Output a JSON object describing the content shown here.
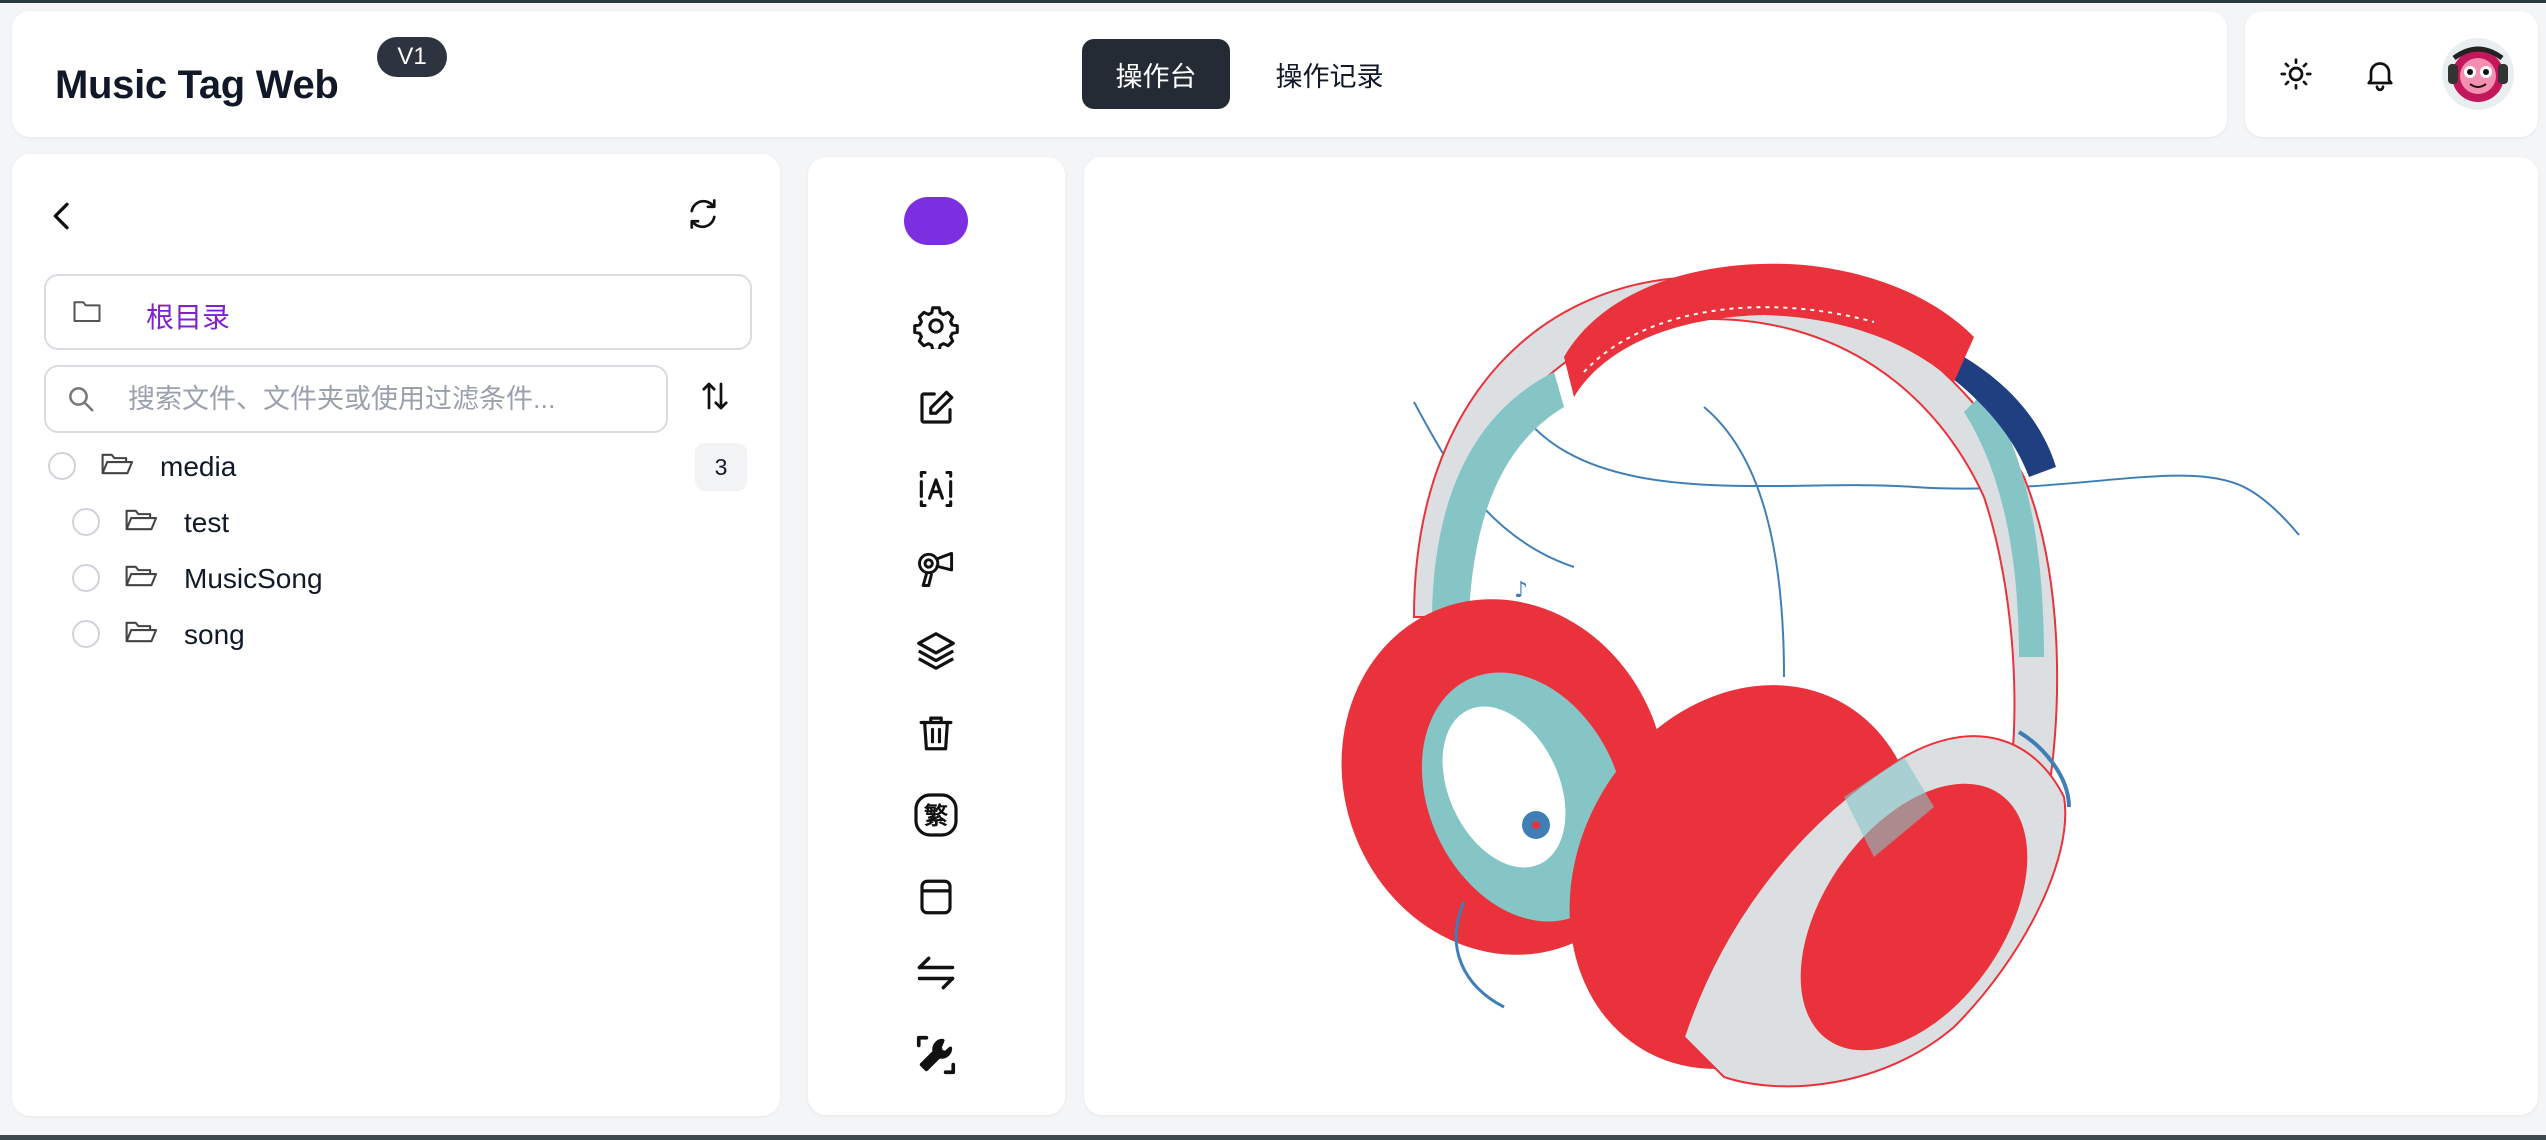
{
  "header": {
    "app_title": "Music Tag Web",
    "version": "V1",
    "tabs": [
      {
        "label": "操作台",
        "active": true
      },
      {
        "label": "操作记录",
        "active": false
      }
    ],
    "icons": [
      "sun-icon",
      "bell-icon",
      "avatar"
    ]
  },
  "file_panel": {
    "root_label": "根目录",
    "search": {
      "placeholder": "搜索文件、文件夹或使用过滤条件...",
      "value": ""
    },
    "tree": [
      {
        "label": "media",
        "count": "3",
        "children": [
          {
            "label": "test"
          },
          {
            "label": "MusicSong"
          },
          {
            "label": "song"
          }
        ]
      }
    ]
  },
  "toolbar": {
    "items": [
      "settings-icon",
      "edit-icon",
      "text-recognize-icon",
      "hairdryer-icon",
      "layers-icon",
      "trash-icon",
      "traditional-chinese-icon",
      "archive-icon",
      "swap-icon",
      "repair-tool-icon"
    ]
  },
  "colors": {
    "accent": "#7c2fe0",
    "active_tab": "#252b35",
    "root_label": "#7e22ce",
    "headphone_red": "#e9323b",
    "headphone_teal": "#85c5c6",
    "headphone_navy": "#1f3f80"
  }
}
